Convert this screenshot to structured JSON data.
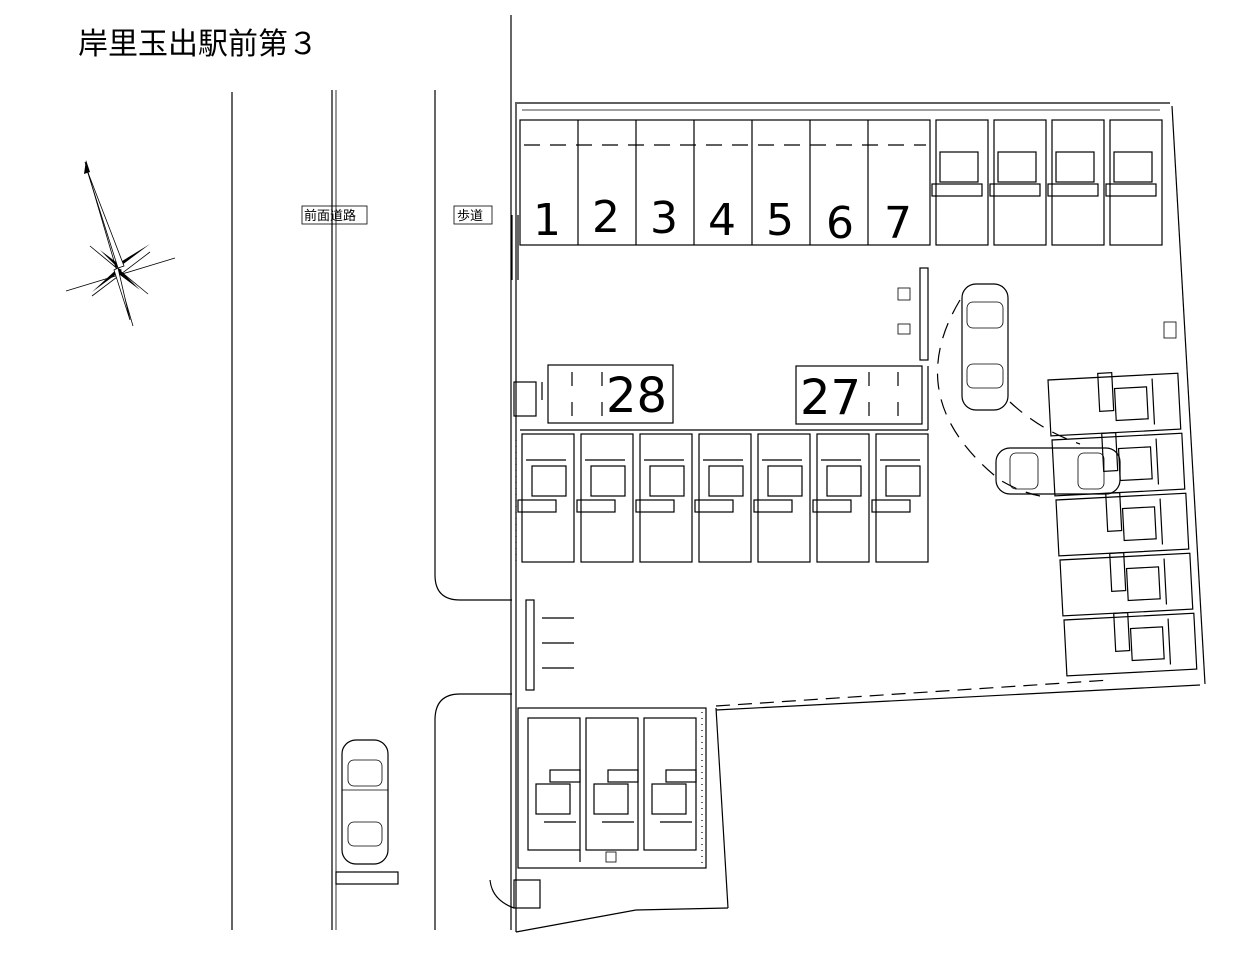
{
  "title": "岸里玉出駅前第３",
  "labels": {
    "front_road": "前面道路",
    "sidewalk": "歩道"
  },
  "space_numbers": [
    "1",
    "2",
    "3",
    "4",
    "5",
    "6",
    "7"
  ],
  "bike_spaces": [
    "28",
    "27"
  ]
}
